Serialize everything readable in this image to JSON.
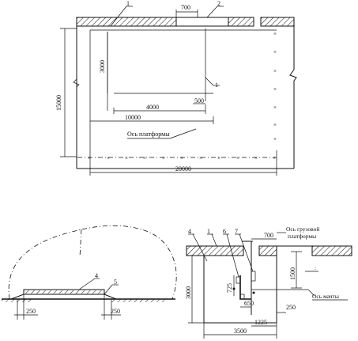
{
  "plan": {
    "dims": {
      "d700": "700",
      "d3000": "3000",
      "d15000": "15000",
      "d500": "500",
      "d4000": "4000",
      "d10000": "10000",
      "d20000": "20000"
    },
    "callouts": {
      "c1a": "1",
      "c2": "2",
      "c1b": "1"
    },
    "axis_label": "Ось платформы"
  },
  "section": {
    "callouts": {
      "c4": "4",
      "c5": "5"
    },
    "dims": {
      "d250a": "250",
      "d250b": "250"
    }
  },
  "detail": {
    "callouts": {
      "c4": "4",
      "c1": "1",
      "c6": "6",
      "c7": "7"
    },
    "dims": {
      "d700": "700",
      "d1500": "1500",
      "d3000": "3000",
      "d725": "725",
      "d650": "650",
      "d250": "250",
      "d1225": "1225",
      "d3500": "3500"
    },
    "labels": {
      "cargo_axis_line1": "Ось грузовой",
      "cargo_axis_line2": "платформы",
      "mast_axis": "Ось мачты"
    }
  }
}
